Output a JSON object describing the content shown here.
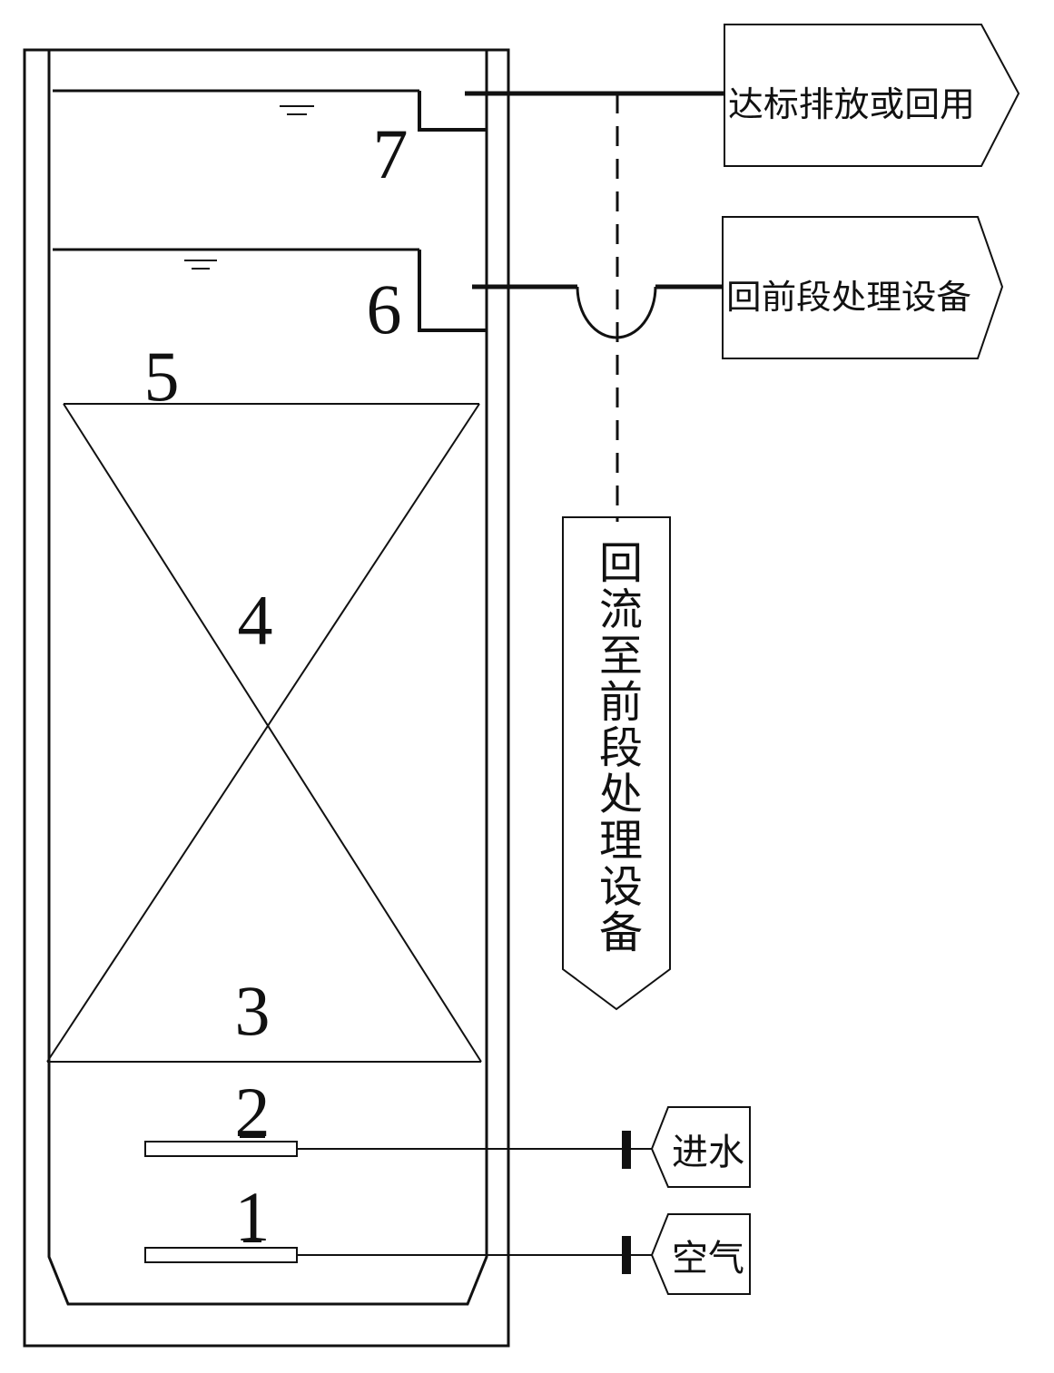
{
  "labels": {
    "n1": "1",
    "n2": "2",
    "n3": "3",
    "n4": "4",
    "n5": "5",
    "n6": "6",
    "n7": "7"
  },
  "signs": {
    "discharge": "达标排放或回用",
    "return_front": "回前段处理设备",
    "reflux": "回流至前段处理设备",
    "water_in": "进水",
    "air": "空气"
  },
  "colors": {
    "line": "#111111",
    "background": "#ffffff"
  }
}
